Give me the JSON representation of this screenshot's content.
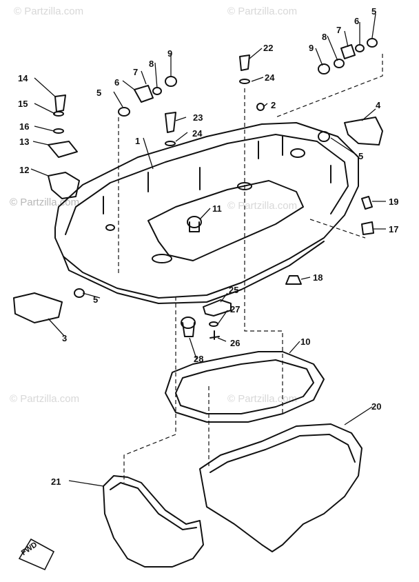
{
  "watermark": "© Partzilla.com",
  "forward_marker": "FWD",
  "callouts": [
    "1",
    "2",
    "3",
    "4",
    "5",
    "6",
    "7",
    "8",
    "9",
    "10",
    "11",
    "12",
    "13",
    "14",
    "15",
    "16",
    "17",
    "18",
    "19",
    "20",
    "21",
    "22",
    "23",
    "24",
    "25",
    "26",
    "27",
    "28"
  ]
}
